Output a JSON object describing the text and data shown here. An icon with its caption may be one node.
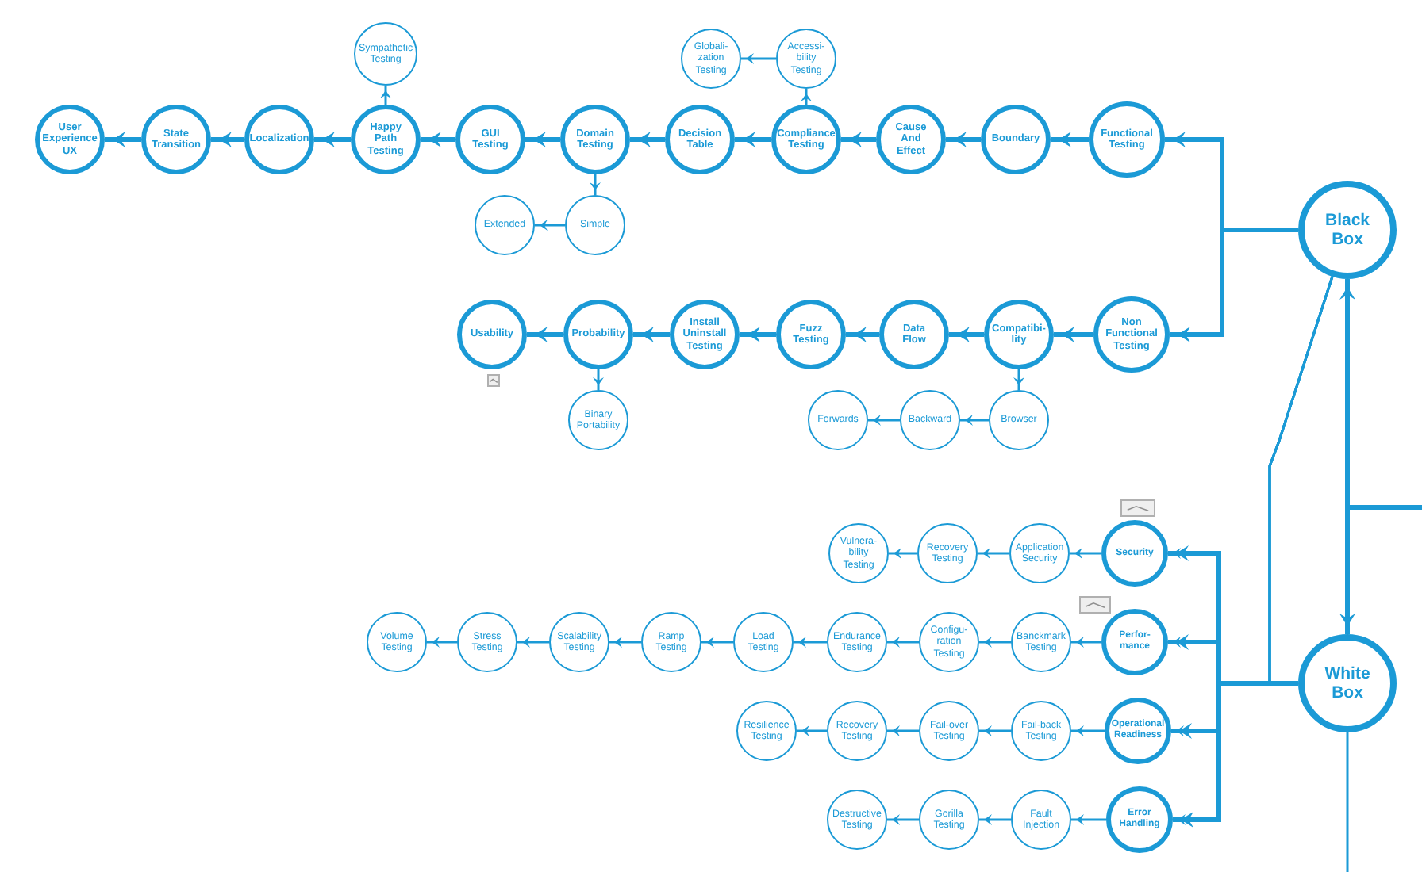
{
  "diagram": {
    "nodes": [
      {
        "text": [
          "Sympathetic Testing"
        ]
      },
      {
        "text": [
          "Globali- zation Testing"
        ]
      },
      {
        "text": [
          "Accessi- bility Testing"
        ]
      },
      {
        "text": [
          "User Experience UX"
        ]
      },
      {
        "text": [
          "State Transition"
        ]
      },
      {
        "text": [
          "Localization"
        ]
      },
      {
        "text": [
          "Happy Path Testing"
        ]
      },
      {
        "text": [
          "GUI Testing"
        ]
      },
      {
        "text": [
          "Domain Testing"
        ]
      },
      {
        "text": [
          "Decision Table"
        ]
      },
      {
        "text": [
          "Compliance Testing"
        ]
      },
      {
        "text": [
          "Cause And Effect"
        ]
      },
      {
        "text": [
          "Boundary"
        ]
      },
      {
        "text": [
          "Functional Testing"
        ]
      },
      {
        "text": [
          "Extended"
        ]
      },
      {
        "text": [
          "Simple"
        ]
      },
      {
        "text": [
          "Black Box"
        ]
      },
      {
        "text": [
          "Usability"
        ]
      },
      {
        "text": [
          "Probability"
        ]
      },
      {
        "text": [
          "Install Uninstall Testing"
        ]
      },
      {
        "text": [
          "Fuzz Testing"
        ]
      },
      {
        "text": [
          "Data Flow"
        ]
      },
      {
        "text": [
          "Compatibi- lity"
        ]
      },
      {
        "text": [
          "Non Functional Testing"
        ]
      },
      {
        "text": [
          "Binary Portability"
        ]
      },
      {
        "text": [
          "Forwards"
        ]
      },
      {
        "text": [
          "Backward"
        ]
      },
      {
        "text": [
          "Browser"
        ]
      },
      {
        "text": [
          "Vulnera- bility Testing"
        ]
      },
      {
        "text": [
          "Recovery Testing"
        ]
      },
      {
        "text": [
          "Application Security"
        ]
      },
      {
        "text": [
          "Security"
        ]
      },
      {
        "text": [
          "Volume Testing"
        ]
      },
      {
        "text": [
          "Stress Testing"
        ]
      },
      {
        "text": [
          "Scalability Testing"
        ]
      },
      {
        "text": [
          "Ramp Testing"
        ]
      },
      {
        "text": [
          "Load Testing"
        ]
      },
      {
        "text": [
          "Endurance Testing"
        ]
      },
      {
        "text": [
          "Configu- ration Testing"
        ]
      },
      {
        "text": [
          "Banckmark Testing"
        ]
      },
      {
        "text": [
          "Perfor- mance"
        ]
      },
      {
        "text": [
          "White Box"
        ]
      },
      {
        "text": [
          "Resilience Testing"
        ]
      },
      {
        "text": [
          "Recovery Testing"
        ]
      },
      {
        "text": [
          "Fail-over Testing"
        ]
      },
      {
        "text": [
          "Fail-back Testing"
        ]
      },
      {
        "text": [
          "Operational Readiness"
        ]
      },
      {
        "text": [
          "Destructive Testing"
        ]
      },
      {
        "text": [
          "Gorilla Testing"
        ]
      },
      {
        "text": [
          "Fault Injection"
        ]
      },
      {
        "text": [
          "Error Handling"
        ]
      }
    ],
    "edges": [
      {
        "from": 13,
        "to": 12,
        "arrow": "to",
        "style": "thick"
      },
      {
        "from": 12,
        "to": 11,
        "arrow": "to",
        "style": "thick"
      },
      {
        "from": 11,
        "to": 10,
        "arrow": "to",
        "style": "thick"
      },
      {
        "from": 10,
        "to": 9,
        "arrow": "to",
        "style": "thick"
      },
      {
        "from": 9,
        "to": 8,
        "arrow": "to",
        "style": "thick"
      },
      {
        "from": 8,
        "to": 7,
        "arrow": "to",
        "style": "thick"
      },
      {
        "from": 7,
        "to": 6,
        "arrow": "to",
        "style": "thick"
      },
      {
        "from": 6,
        "to": 5,
        "arrow": "to",
        "style": "thick"
      },
      {
        "from": 5,
        "to": 4,
        "arrow": "to",
        "style": "thick"
      },
      {
        "from": 4,
        "to": 3,
        "arrow": "to",
        "style": "thick"
      },
      {
        "from": 6,
        "to": 0,
        "arrow": "to"
      },
      {
        "from": 10,
        "to": 2,
        "arrow": "to"
      },
      {
        "from": 2,
        "to": 1,
        "arrow": "to"
      },
      {
        "from": 8,
        "to": 15,
        "arrow": "to"
      },
      {
        "from": 15,
        "to": 14,
        "arrow": "to"
      },
      {
        "from": 16,
        "to": 13,
        "arrow": "to",
        "style": "thick"
      },
      {
        "from": 16,
        "to": 23,
        "arrow": "to",
        "style": "thick"
      },
      {
        "from": 23,
        "to": 22,
        "arrow": "to",
        "style": "thick"
      },
      {
        "from": 22,
        "to": 21,
        "arrow": "to",
        "style": "thick"
      },
      {
        "from": 21,
        "to": 20,
        "arrow": "to",
        "style": "thick"
      },
      {
        "from": 20,
        "to": 19,
        "arrow": "to",
        "style": "thick"
      },
      {
        "from": 19,
        "to": 18,
        "arrow": "to",
        "style": "thick"
      },
      {
        "from": 18,
        "to": 17,
        "arrow": "to",
        "style": "thick"
      },
      {
        "from": 18,
        "to": 24,
        "arrow": "to"
      },
      {
        "from": 22,
        "to": 27,
        "arrow": "to"
      },
      {
        "from": 27,
        "to": 26,
        "arrow": "to"
      },
      {
        "from": 26,
        "to": 25,
        "arrow": "to"
      },
      {
        "from": null,
        "to": 16,
        "arrow": "to",
        "style": "thick"
      },
      {
        "from": null,
        "to": 41,
        "arrow": "to",
        "style": "thick"
      },
      {
        "from": 16,
        "to": 31,
        "arrow": "to"
      },
      {
        "from": 16,
        "to": 40,
        "arrow": "to"
      },
      {
        "from": 16,
        "to": 46,
        "arrow": "to"
      },
      {
        "from": 16,
        "to": 50,
        "arrow": "to"
      },
      {
        "from": 41,
        "to": 31,
        "arrow": "to",
        "style": "thick"
      },
      {
        "from": 41,
        "to": 40,
        "arrow": "to",
        "style": "thick"
      },
      {
        "from": 41,
        "to": 46,
        "arrow": "to",
        "style": "thick"
      },
      {
        "from": 41,
        "to": 50,
        "arrow": "to",
        "style": "thick"
      },
      {
        "from": 41,
        "to": null,
        "arrow": "none"
      },
      {
        "from": 31,
        "to": 30,
        "arrow": "to"
      },
      {
        "from": 30,
        "to": 29,
        "arrow": "to"
      },
      {
        "from": 29,
        "to": 28,
        "arrow": "to"
      },
      {
        "from": 40,
        "to": 39,
        "arrow": "to"
      },
      {
        "from": 39,
        "to": 38,
        "arrow": "to"
      },
      {
        "from": 38,
        "to": 37,
        "arrow": "to"
      },
      {
        "from": 37,
        "to": 36,
        "arrow": "to"
      },
      {
        "from": 36,
        "to": 35,
        "arrow": "to"
      },
      {
        "from": 35,
        "to": 34,
        "arrow": "to"
      },
      {
        "from": 34,
        "to": 33,
        "arrow": "to"
      },
      {
        "from": 33,
        "to": 32,
        "arrow": "to"
      },
      {
        "from": 46,
        "to": 45,
        "arrow": "to"
      },
      {
        "from": 45,
        "to": 44,
        "arrow": "to"
      },
      {
        "from": 44,
        "to": 43,
        "arrow": "to"
      },
      {
        "from": 43,
        "to": 42,
        "arrow": "to"
      },
      {
        "from": 50,
        "to": 49,
        "arrow": "to"
      },
      {
        "from": 49,
        "to": 48,
        "arrow": "to"
      },
      {
        "from": 48,
        "to": 47,
        "arrow": "to"
      }
    ]
  }
}
